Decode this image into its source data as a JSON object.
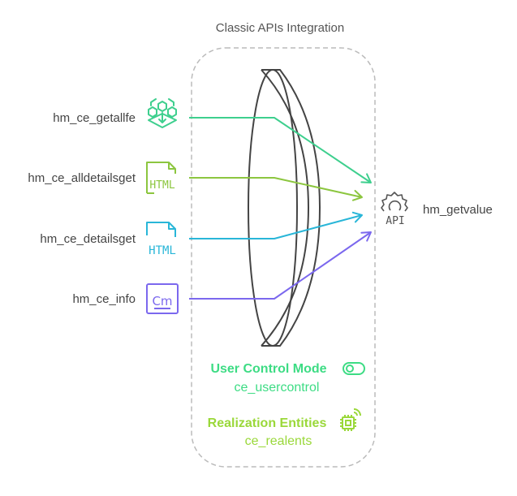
{
  "title": "Classic APIs Integration",
  "sources": [
    {
      "label": "hm_ce_getallfe",
      "icon": "hexagon-network-download-icon",
      "color": "#3ecf8e"
    },
    {
      "label": "hm_ce_alldetailsget",
      "icon": "html-file-icon",
      "color": "#8cc63f"
    },
    {
      "label": "hm_ce_detailsget",
      "icon": "html-file-icon",
      "color": "#29b6d8"
    },
    {
      "label": "hm_ce_info",
      "icon": "cm-box-icon",
      "color": "#7b68ee"
    }
  ],
  "target": {
    "label": "hm_getvalue",
    "icon": "gear-api-icon",
    "color": "#555555"
  },
  "groups": [
    {
      "title": "User Control Mode",
      "subtitle": "ce_usercontrol",
      "icon": "toggle-icon",
      "color": "#3ddc84"
    },
    {
      "title": "Realization Entities",
      "subtitle": "ce_realents",
      "icon": "chip-wireless-icon",
      "color": "#9ad83a"
    }
  ],
  "colors": {
    "container_border": "#bbbbbb",
    "lens_stroke": "#444444"
  }
}
